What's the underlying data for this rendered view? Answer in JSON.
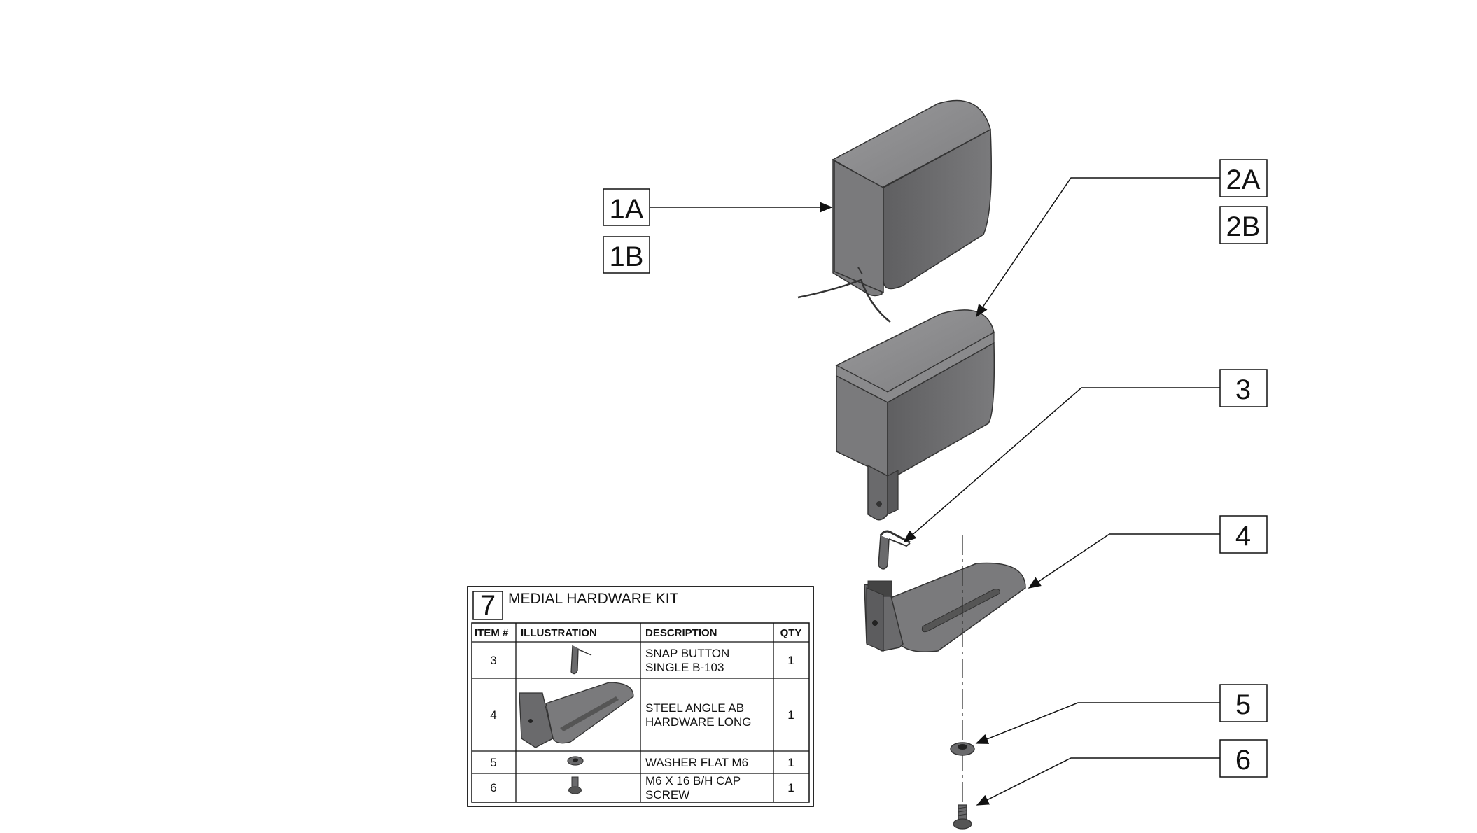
{
  "callouts": {
    "c1a": "1A",
    "c1b": "1B",
    "c2a": "2A",
    "c2b": "2B",
    "c3": "3",
    "c4": "4",
    "c5": "5",
    "c6": "6"
  },
  "kit": {
    "number": "7",
    "title": "MEDIAL HARDWARE KIT",
    "columns": [
      "ITEM #",
      "ILLUSTRATION",
      "DESCRIPTION",
      "QTY"
    ],
    "rows": [
      {
        "item": "3",
        "desc_line1": "SNAP BUTTON",
        "desc_line2": "SINGLE B-103",
        "qty": "1"
      },
      {
        "item": "4",
        "desc_line1": "STEEL ANGLE AB",
        "desc_line2": "HARDWARE LONG",
        "qty": "1"
      },
      {
        "item": "5",
        "desc_line1": "WASHER FLAT M6",
        "desc_line2": "",
        "qty": "1"
      },
      {
        "item": "6",
        "desc_line1": "M6 X 16 B/H CAP",
        "desc_line2": "SCREW",
        "qty": "1"
      }
    ]
  },
  "colors": {
    "part_front": "#7a7a7c",
    "part_side": "#6a6a6c",
    "part_top": "#8e8e90",
    "line": "#111111"
  },
  "icons": [
    "armrest-pad-1-icon",
    "armrest-pad-2-icon",
    "snap-button-icon",
    "steel-angle-icon",
    "washer-icon",
    "cap-screw-icon"
  ]
}
